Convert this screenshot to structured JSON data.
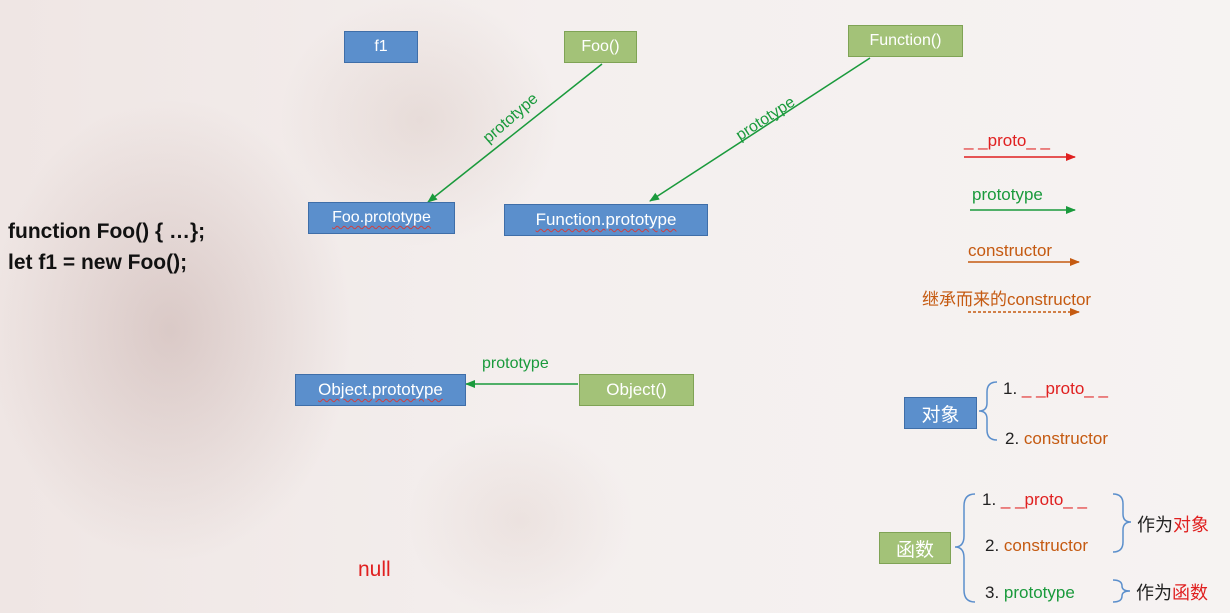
{
  "code": {
    "line1": "function Foo() { …};",
    "line2": "let f1 = new Foo();"
  },
  "nodes": {
    "f1": "f1",
    "foo": "Foo()",
    "function": "Function()",
    "foo_prototype": "Foo.prototype",
    "function_prototype": "Function.prototype",
    "object_prototype": "Object.prototype",
    "object": "Object()",
    "null": "null"
  },
  "edges": {
    "foo_to_foo_prototype": "prototype",
    "function_to_function_prototype": "prototype",
    "object_to_object_prototype": "prototype"
  },
  "legend": {
    "proto": "_ _proto_ _",
    "prototype": "prototype",
    "constructor": "constructor",
    "inherited_constructor": "继承而来的constructor",
    "colors": {
      "proto": "#e02020",
      "prototype": "#1a9a3c",
      "constructor": "#c55a11"
    }
  },
  "object_section": {
    "title": "对象",
    "items": [
      "1. ",
      "2. "
    ],
    "proto": "_ _proto_ _",
    "constructor": "constructor"
  },
  "function_section": {
    "title": "函数",
    "items": [
      "1. ",
      "2. ",
      "3. "
    ],
    "proto": "_ _proto_ _",
    "constructor": "constructor",
    "prototype": "prototype",
    "as_label": "作为",
    "as_object": "对象",
    "as_function": "函数"
  }
}
